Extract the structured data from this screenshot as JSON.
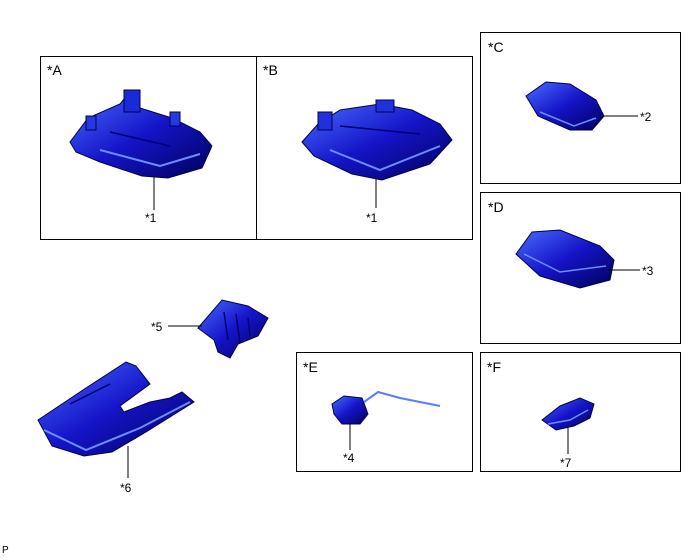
{
  "panels": [
    {
      "label": "*A"
    },
    {
      "label": "*B"
    },
    {
      "label": "*C"
    },
    {
      "label": "*D"
    },
    {
      "label": "*E"
    },
    {
      "label": "*F"
    }
  ],
  "callouts": [
    "*1",
    "*1",
    "*2",
    "*3",
    "*5",
    "*4",
    "*6",
    "*7"
  ],
  "footer_code": "P",
  "colors": {
    "part_fill": "#1414c8",
    "part_dark": "#000070",
    "part_light": "#5a7cff",
    "line": "#000000"
  }
}
